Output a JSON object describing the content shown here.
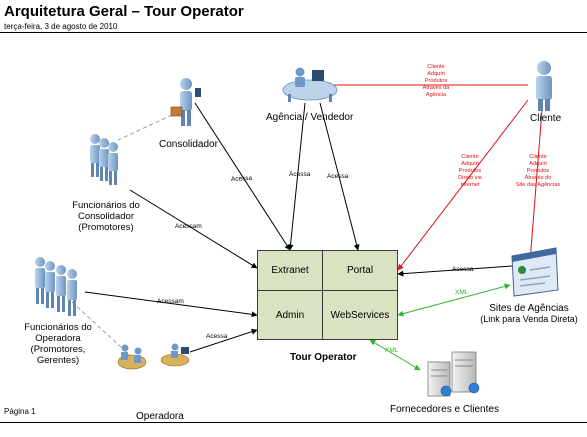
{
  "header": {
    "title": "Arquitetura Geral – Tour Operator",
    "date": "terça-feira, 3 de agosto de 2010"
  },
  "footer": {
    "page": "Página 1"
  },
  "actors": {
    "consolidador": "Consolidador",
    "agencia_vendedor": "Agência / Vendedor",
    "cliente": "Cliente",
    "func_consolidador": [
      "Funcionários do",
      "Consolidador",
      "(Promotores)"
    ],
    "func_operadora": [
      "Funcionários do",
      "Operadora",
      "(Promotores,",
      "Gerentes)"
    ],
    "operadora": "Operadora",
    "sites_agencias": [
      "Sites de Agências",
      "(Link para Venda Direta)"
    ],
    "fornecedores": "Fornecedores e Clientes"
  },
  "tour_operator": {
    "label": "Tour Operator",
    "modules": [
      "Extranet",
      "Portal",
      "Admin",
      "WebServices"
    ]
  },
  "connector_labels": {
    "acessa_consolidador": "Acessa",
    "acessa_agencia_1": "Acessa",
    "acessa_agencia_2": "Acessa",
    "acessam_func_consolidador": "Acessam",
    "acessam_func_operadora": "Acessam",
    "acessa_operadora": "Acessa",
    "acessa_sites": "Acessa",
    "xml_sites": "XML",
    "xml_fornecedores": "XML"
  },
  "red_annotations": {
    "cliente_agencia": [
      "Cliente",
      "Adquiri",
      "Produtos",
      "Através da",
      "Agência"
    ],
    "cliente_direto": [
      "Cliente",
      "Adquiri",
      "Produtos",
      "Direto via",
      "Internet"
    ],
    "cliente_sites": [
      "Cliente",
      "Adquiri",
      "Produtos",
      "Através do",
      "Site das Agências"
    ]
  },
  "colors": {
    "module_fill": "#d9e3c2",
    "arrow_black": "#000000",
    "arrow_red": "#e01010",
    "arrow_green": "#2db82d",
    "person": "#8fb4d8"
  }
}
